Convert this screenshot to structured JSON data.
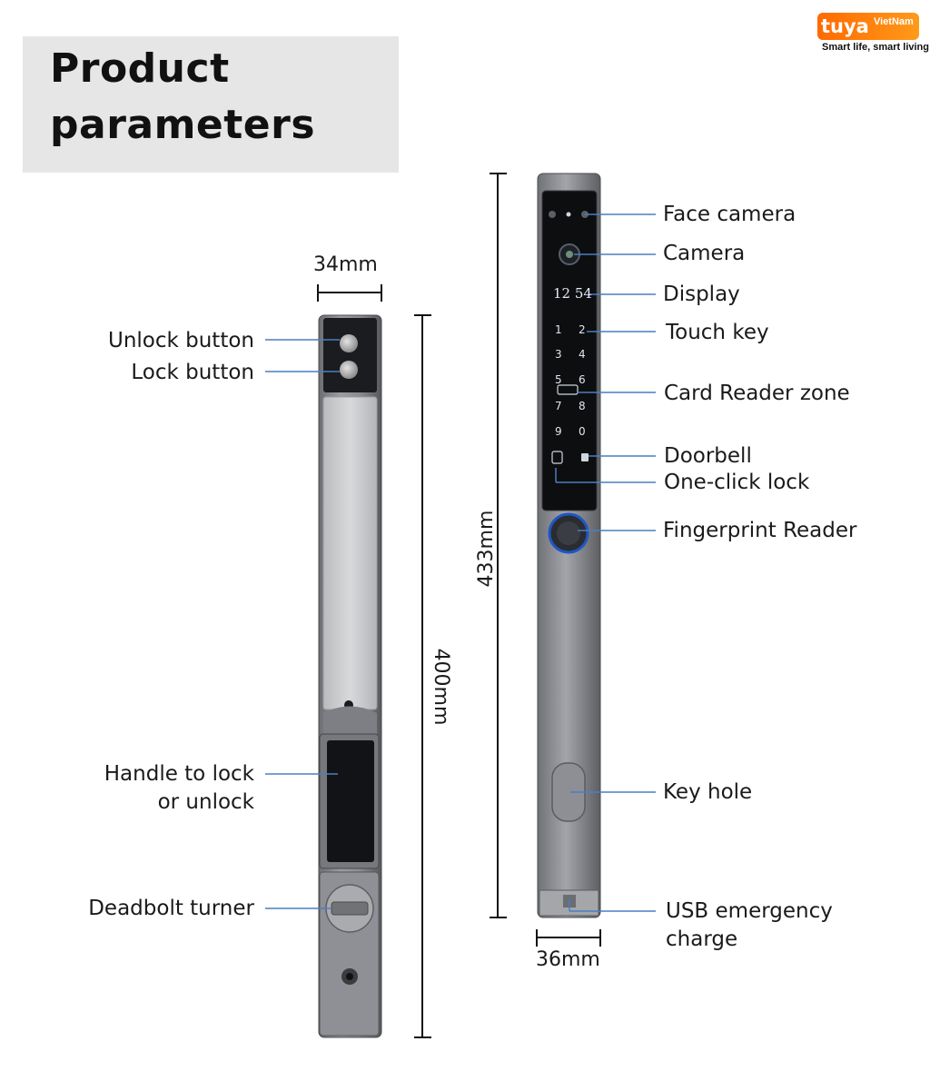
{
  "title": {
    "line1": "Product",
    "line2": "parameters"
  },
  "brand": {
    "name": "tuya",
    "region": "VietNam",
    "slogan": "Smart life, smart living"
  },
  "left_lock": {
    "width_label": "34mm",
    "height_label": "400mm",
    "callouts": [
      "Unlock button",
      "Lock button",
      "Handle to lock",
      "or unlock",
      "Deadbolt turner"
    ]
  },
  "right_lock": {
    "width_label": "36mm",
    "height_label": "433mm",
    "display_time": "12 54",
    "keypad": [
      "1",
      "2",
      "3",
      "4",
      "5",
      "6",
      "7",
      "8",
      "9",
      "0"
    ],
    "callouts": [
      "Face camera",
      "Camera",
      "Display",
      "Touch key",
      "Card Reader zone",
      "Doorbell",
      "One-click lock",
      "Fingerprint Reader",
      "Key hole",
      "USB emergency",
      "charge"
    ]
  }
}
